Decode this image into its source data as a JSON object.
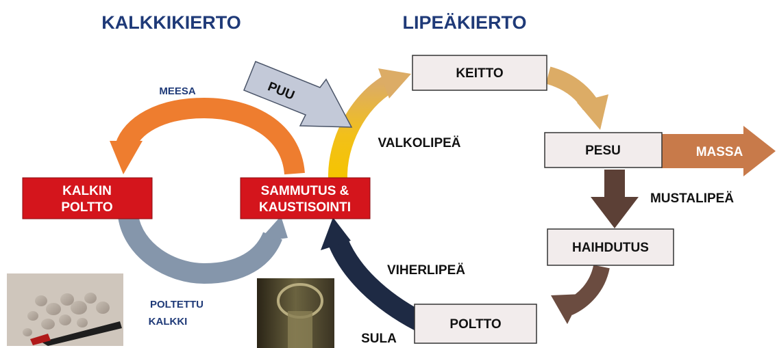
{
  "titles": {
    "left": "KALKKIKIERTO",
    "right": "LIPEÄKIERTO"
  },
  "boxes": {
    "keitto": "KEITTO",
    "pesu": "PESU",
    "massa": "MASSA",
    "haihdutus": "HAIHDUTUS",
    "poltto": "POLTTO",
    "sammutus_line1": "SAMMUTUS &",
    "sammutus_line2": "KAUSTISOINTI",
    "kalkin_line1": "KALKIN",
    "kalkin_line2": "POLTTO"
  },
  "labels": {
    "puu": "PUU",
    "valkolipea": "VALKOLIPEÄ",
    "mustalipea": "MUSTALIPEÄ",
    "viherlipea": "VIHERLIPEÄ",
    "sula": "SULA",
    "meesa": "MEESA",
    "poltettu_line1": "POLTETTU",
    "poltettu_line2": "KALKKI"
  },
  "colors": {
    "title": "#1f3a78",
    "red_box": "#d4151c",
    "light_box": "#f2ecec",
    "massa_arrow": "#c87a4a",
    "orange_arrow": "#ee7d2f",
    "steel_arrow": "#8596ab",
    "navy_arrow": "#1e2a44",
    "brown_arrow": "#5c4036",
    "tan_arrow": "#dcac66",
    "yellow": "#f5c400",
    "puu_arrow": "#c3c9d8"
  }
}
